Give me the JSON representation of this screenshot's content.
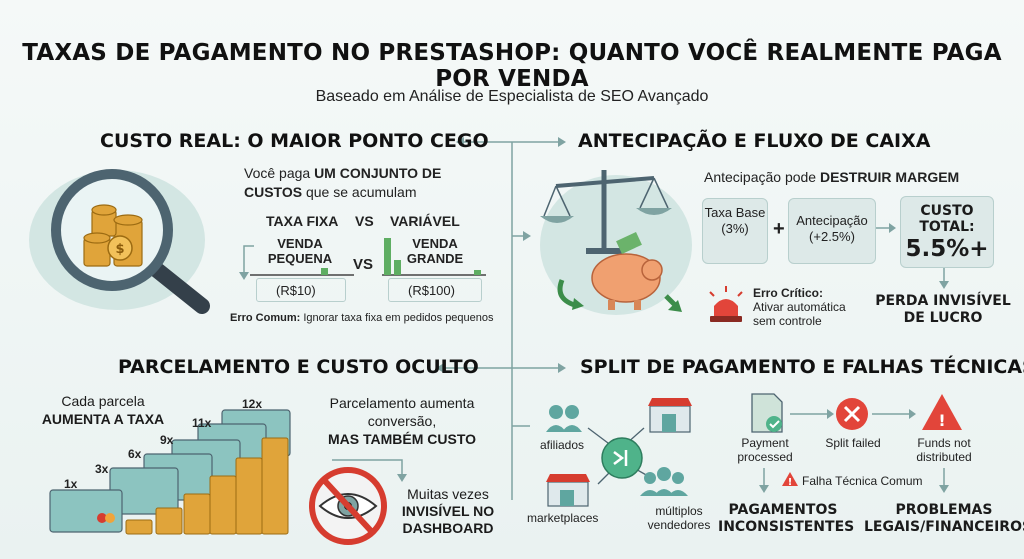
{
  "header": {
    "title": "TAXAS DE PAGAMENTO NO PRESTASHOP: QUANTO VOCÊ REALMENTE PAGA POR VENDA",
    "subtitle": "Baseado em Análise de Especialista de SEO Avançado"
  },
  "custo_real": {
    "heading": "CUSTO REAL: O MAIOR PONTO CEGO",
    "line1": "Você paga ",
    "line1_bold": "UM CONJUNTO DE",
    "line2_bold": "CUSTOS",
    "line2": " que se acumulam",
    "fixa": "TAXA FIXA",
    "vs_top": "VS",
    "variavel": "VARIÁVEL",
    "venda_pequena": "VENDA PEQUENA",
    "vs_mid": "VS",
    "venda_grande": "VENDA GRANDE",
    "val_small": "(R$10)",
    "val_large": "(R$100)",
    "erro_label": "Erro Comum:",
    "erro_text": " Ignorar taxa fixa em pedidos pequenos"
  },
  "antecipacao": {
    "heading": "ANTECIPAÇÃO E FLUXO DE CAIXA",
    "lead": "Antecipação pode ",
    "lead_bold": "DESTRUIR MARGEM",
    "base_label": "Taxa Base",
    "base_value": "(3%)",
    "plus": "+",
    "antec_label": "Antecipação",
    "antec_value": "(+2.5%)",
    "total_label": "CUSTO TOTAL:",
    "total_value": "5.5%+",
    "erro_label": "Erro Crítico:",
    "erro_text1": "Ativar automática",
    "erro_text2": "sem controle",
    "perda1": "PERDA INVISÍVEL",
    "perda2": "DE LUCRO"
  },
  "parcelamento": {
    "heading": "PARCELAMENTO E CUSTO OCULTO",
    "lead1": "Cada parcela",
    "lead2": "AUMENTA A TAXA",
    "installments": [
      "1x",
      "3x",
      "6x",
      "9x",
      "11x",
      "12x"
    ],
    "right1": "Parcelamento aumenta",
    "right2": "conversão,",
    "right3": "MAS TAMBÉM CUSTO",
    "note1": "Muitas vezes",
    "note2": "INVISÍVEL NO",
    "note3": "DASHBOARD"
  },
  "split": {
    "heading": "SPLIT DE PAGAMENTO E FALHAS TÉCNICAS",
    "nodes": [
      "afiliados",
      "marketplaces",
      "múltiplos vendedores"
    ],
    "flow": [
      "Payment processed",
      "Split failed",
      "Funds not distributed"
    ],
    "falha": "Falha Técnica Comum",
    "out1": "PAGAMENTOS INCONSISTENTES",
    "out2": "PROBLEMAS LEGAIS/FINANCEIROS"
  },
  "colors": {
    "teal": "#5fa6a0",
    "gold": "#e0a43a",
    "red": "#d63c2f",
    "card": "#dde9e8"
  }
}
